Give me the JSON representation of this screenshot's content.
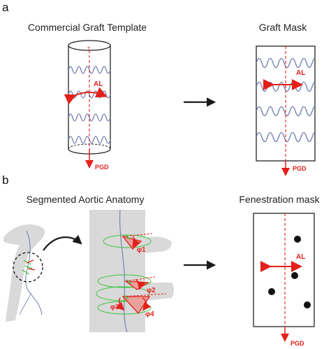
{
  "panels": {
    "a": {
      "letter": "a",
      "left_title": "Commercial Graft Template",
      "right_title": "Graft Mask",
      "al_label": "AL",
      "pgd_label": "PGD"
    },
    "b": {
      "letter": "b",
      "left_title": "Segmented Aortic Anatomy",
      "right_title": "Fenestration mask",
      "al_label": "AL",
      "pgd_label": "PGD",
      "phi_labels": [
        "φ1",
        "φ2",
        "φ3",
        "φ4"
      ]
    }
  },
  "colors": {
    "red": "#e32019",
    "wave": "#6e7bb0",
    "green": "#3cc43c",
    "tissue": "#d9d9d9",
    "black": "#1a1a1a"
  },
  "icons": [
    "right-arrow-icon",
    "curved-arrow-icon",
    "magnifier-circle-icon"
  ]
}
